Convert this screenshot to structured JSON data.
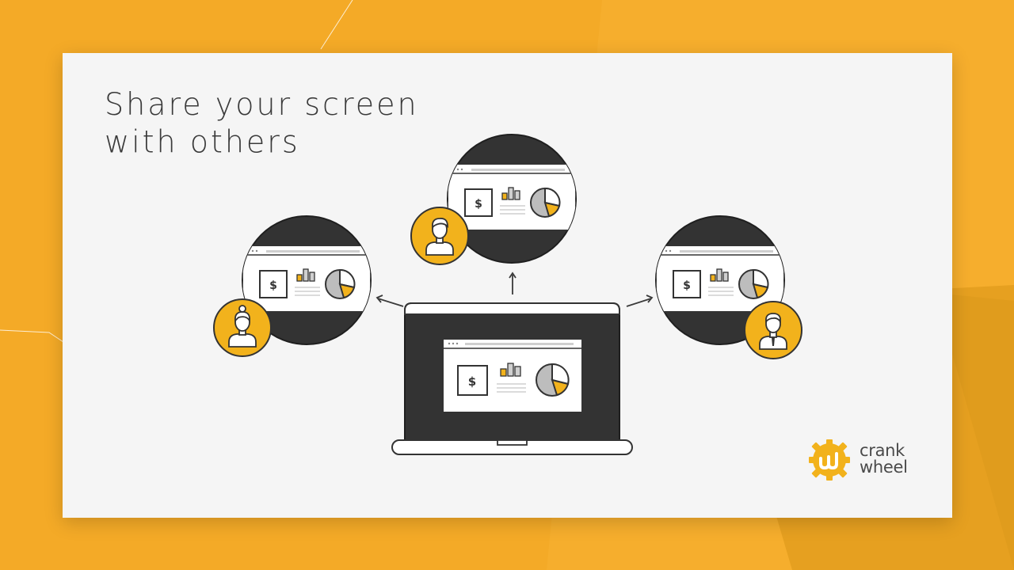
{
  "headline": {
    "line1": "Share your screen",
    "line2": "with others"
  },
  "screen_widget": {
    "currency_symbol": "$"
  },
  "brand": {
    "line1": "crank",
    "line2": "wheel"
  },
  "colors": {
    "background": "#f6ae2d",
    "accent": "#f2b21c",
    "dark": "#3a3a3a",
    "card": "#f5f5f5"
  },
  "icons": [
    "person-icon",
    "arrow-icon",
    "laptop-icon",
    "crankwheel-logo-icon"
  ]
}
